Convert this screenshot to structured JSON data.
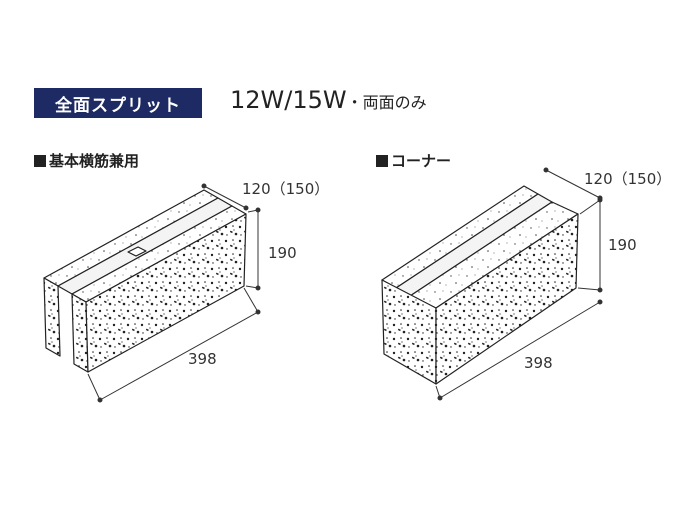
{
  "header": {
    "badge": "全面スプリット",
    "subtitle_main": "12W/15W",
    "subtitle_note": "・両面のみ"
  },
  "blocks": [
    {
      "title": "基本横筋兼用",
      "width_label": "120（150）",
      "height_label": "190",
      "length_label": "398"
    },
    {
      "title": "コーナー",
      "width_label": "120（150）",
      "height_label": "190",
      "length_label": "398"
    }
  ]
}
